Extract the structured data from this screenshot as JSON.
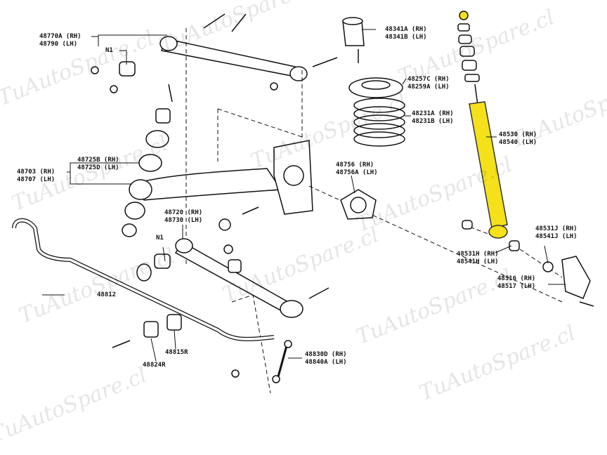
{
  "watermark": "TuAutoSpare.cl",
  "colors": {
    "shock_absorber": "#F5E11A",
    "line": "#111111"
  },
  "labels": {
    "upper_arm": [
      "48770A (RH)",
      "48790  (LH)"
    ],
    "n1_upper": "N1",
    "bumper_stopper": [
      "48341A (RH)",
      "48341B (LH)"
    ],
    "spring_insulator": [
      "48257C (RH)",
      "48259A (LH)"
    ],
    "coil_spring": [
      "48231A (RH)",
      "48231B (LH)"
    ],
    "shock_absorber": [
      "48530 (RH)",
      "48540 (LH)"
    ],
    "bushing": [
      "48725B (RH)",
      "48725D (LH)"
    ],
    "lower_arm": [
      "48703 (RH)",
      "48707 (LH)"
    ],
    "spacer": [
      "48756  (RH)",
      "48756A (LH)"
    ],
    "lateral_rod": [
      "48720 (RH)",
      "48730 (LH)"
    ],
    "n1_lower": "N1",
    "cushion_j": [
      "48531J (RH)",
      "48541J (LH)"
    ],
    "cushion_h": [
      "48531H (RH)",
      "48541H (LH)"
    ],
    "bracket": [
      "48516 (RH)",
      "48517 (LH)"
    ],
    "stabilizer_bar": "48812",
    "stabilizer_bushing": "48815R",
    "stabilizer_bracket": "48824R",
    "stabilizer_link": [
      "48830D (RH)",
      "48840A (LH)"
    ]
  }
}
